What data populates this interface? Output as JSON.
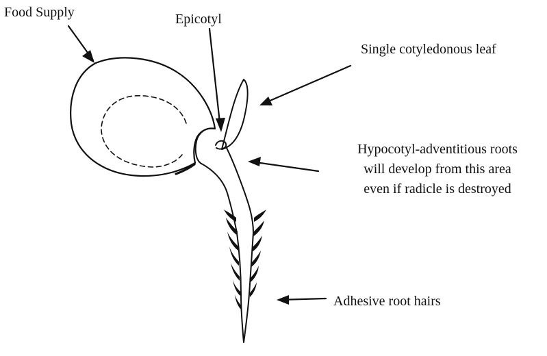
{
  "labels": {
    "food_supply": "Food Supply",
    "epicotyl": "Epicotyl",
    "cotyledon": "Single cotyledonous leaf",
    "hypocotyl_lines": [
      "Hypocotyl-adventitious roots",
      "will develop from this area",
      "even if radicle is destroyed"
    ],
    "root_hairs": "Adhesive root hairs"
  },
  "colors": {
    "ink": "#111111",
    "background": "#ffffff"
  }
}
